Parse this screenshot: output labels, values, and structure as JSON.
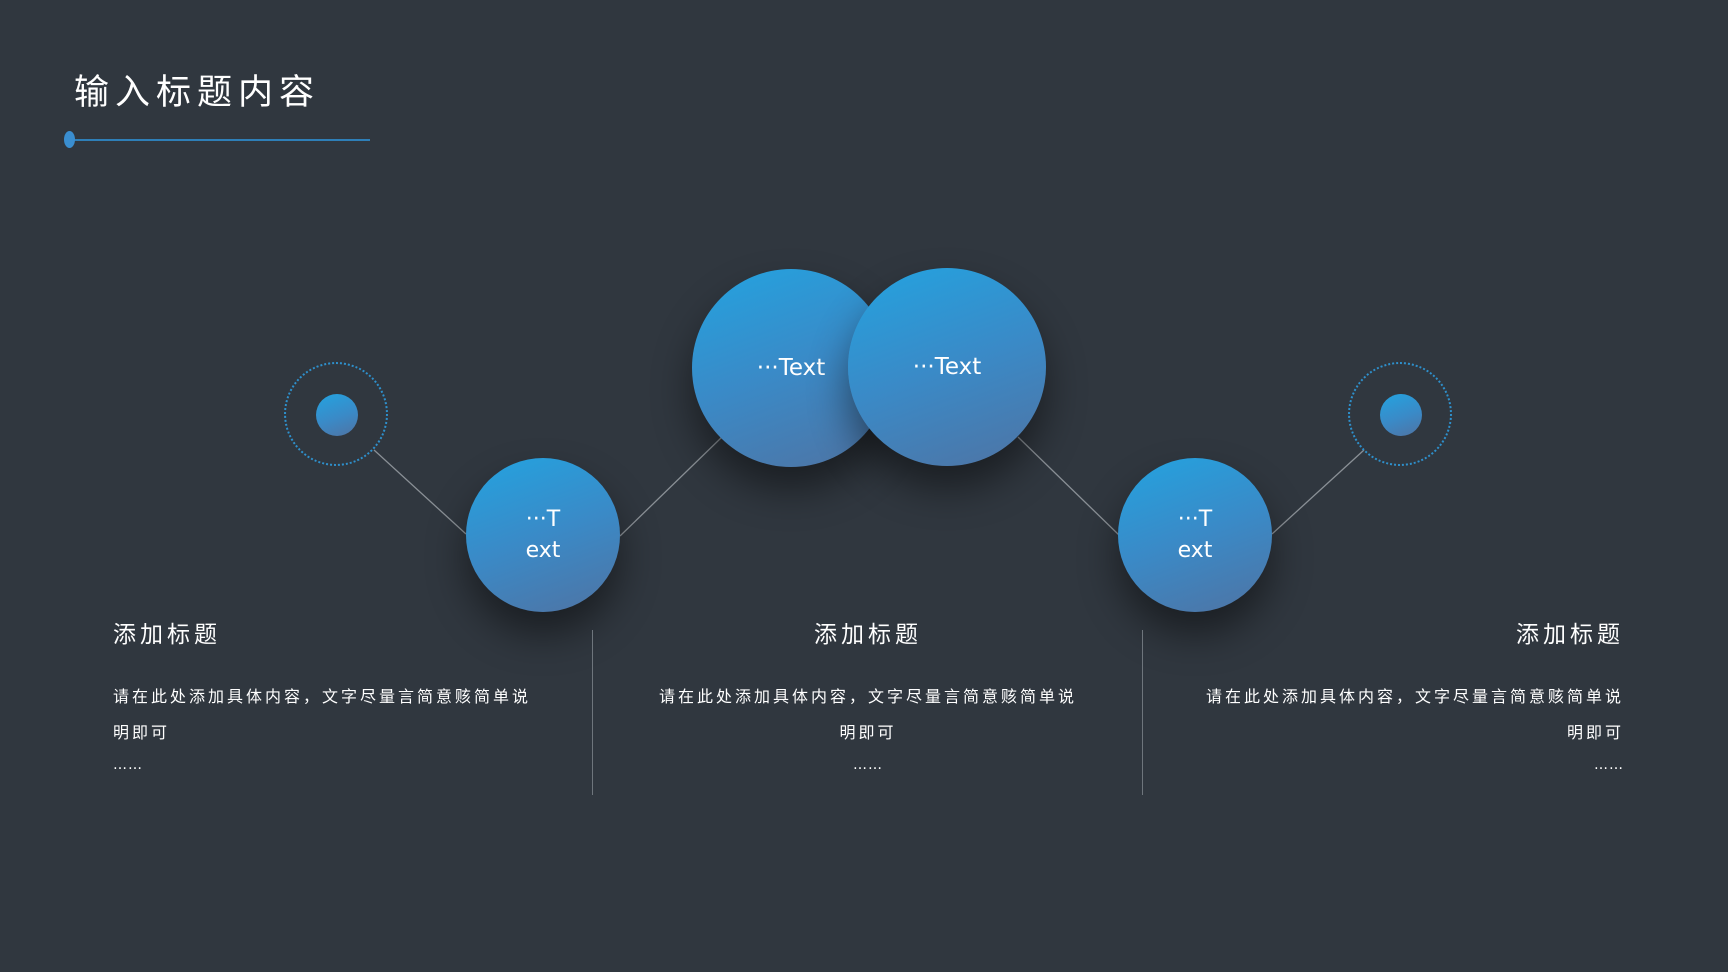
{
  "title": "输入标题内容",
  "circles": {
    "left_medium": "···Text",
    "center_left": "···Text",
    "center_right": "···Text",
    "right_medium": "···Text"
  },
  "items": [
    {
      "title": "添加标题",
      "body": "请在此处添加具体内容，文字尽量言简意赅简单说明即可",
      "ellipsis": "……"
    },
    {
      "title": "添加标题",
      "body": "请在此处添加具体内容，文字尽量言简意赅简单说明即可",
      "ellipsis": "……"
    },
    {
      "title": "添加标题",
      "body": "请在此处添加具体内容，文字尽量言简意赅简单说明即可",
      "ellipsis": "……"
    }
  ],
  "colors": {
    "background": "#30373f",
    "accent": "#23a3e0",
    "accent_dark": "#4f73a3",
    "connector": "#8a9096"
  }
}
